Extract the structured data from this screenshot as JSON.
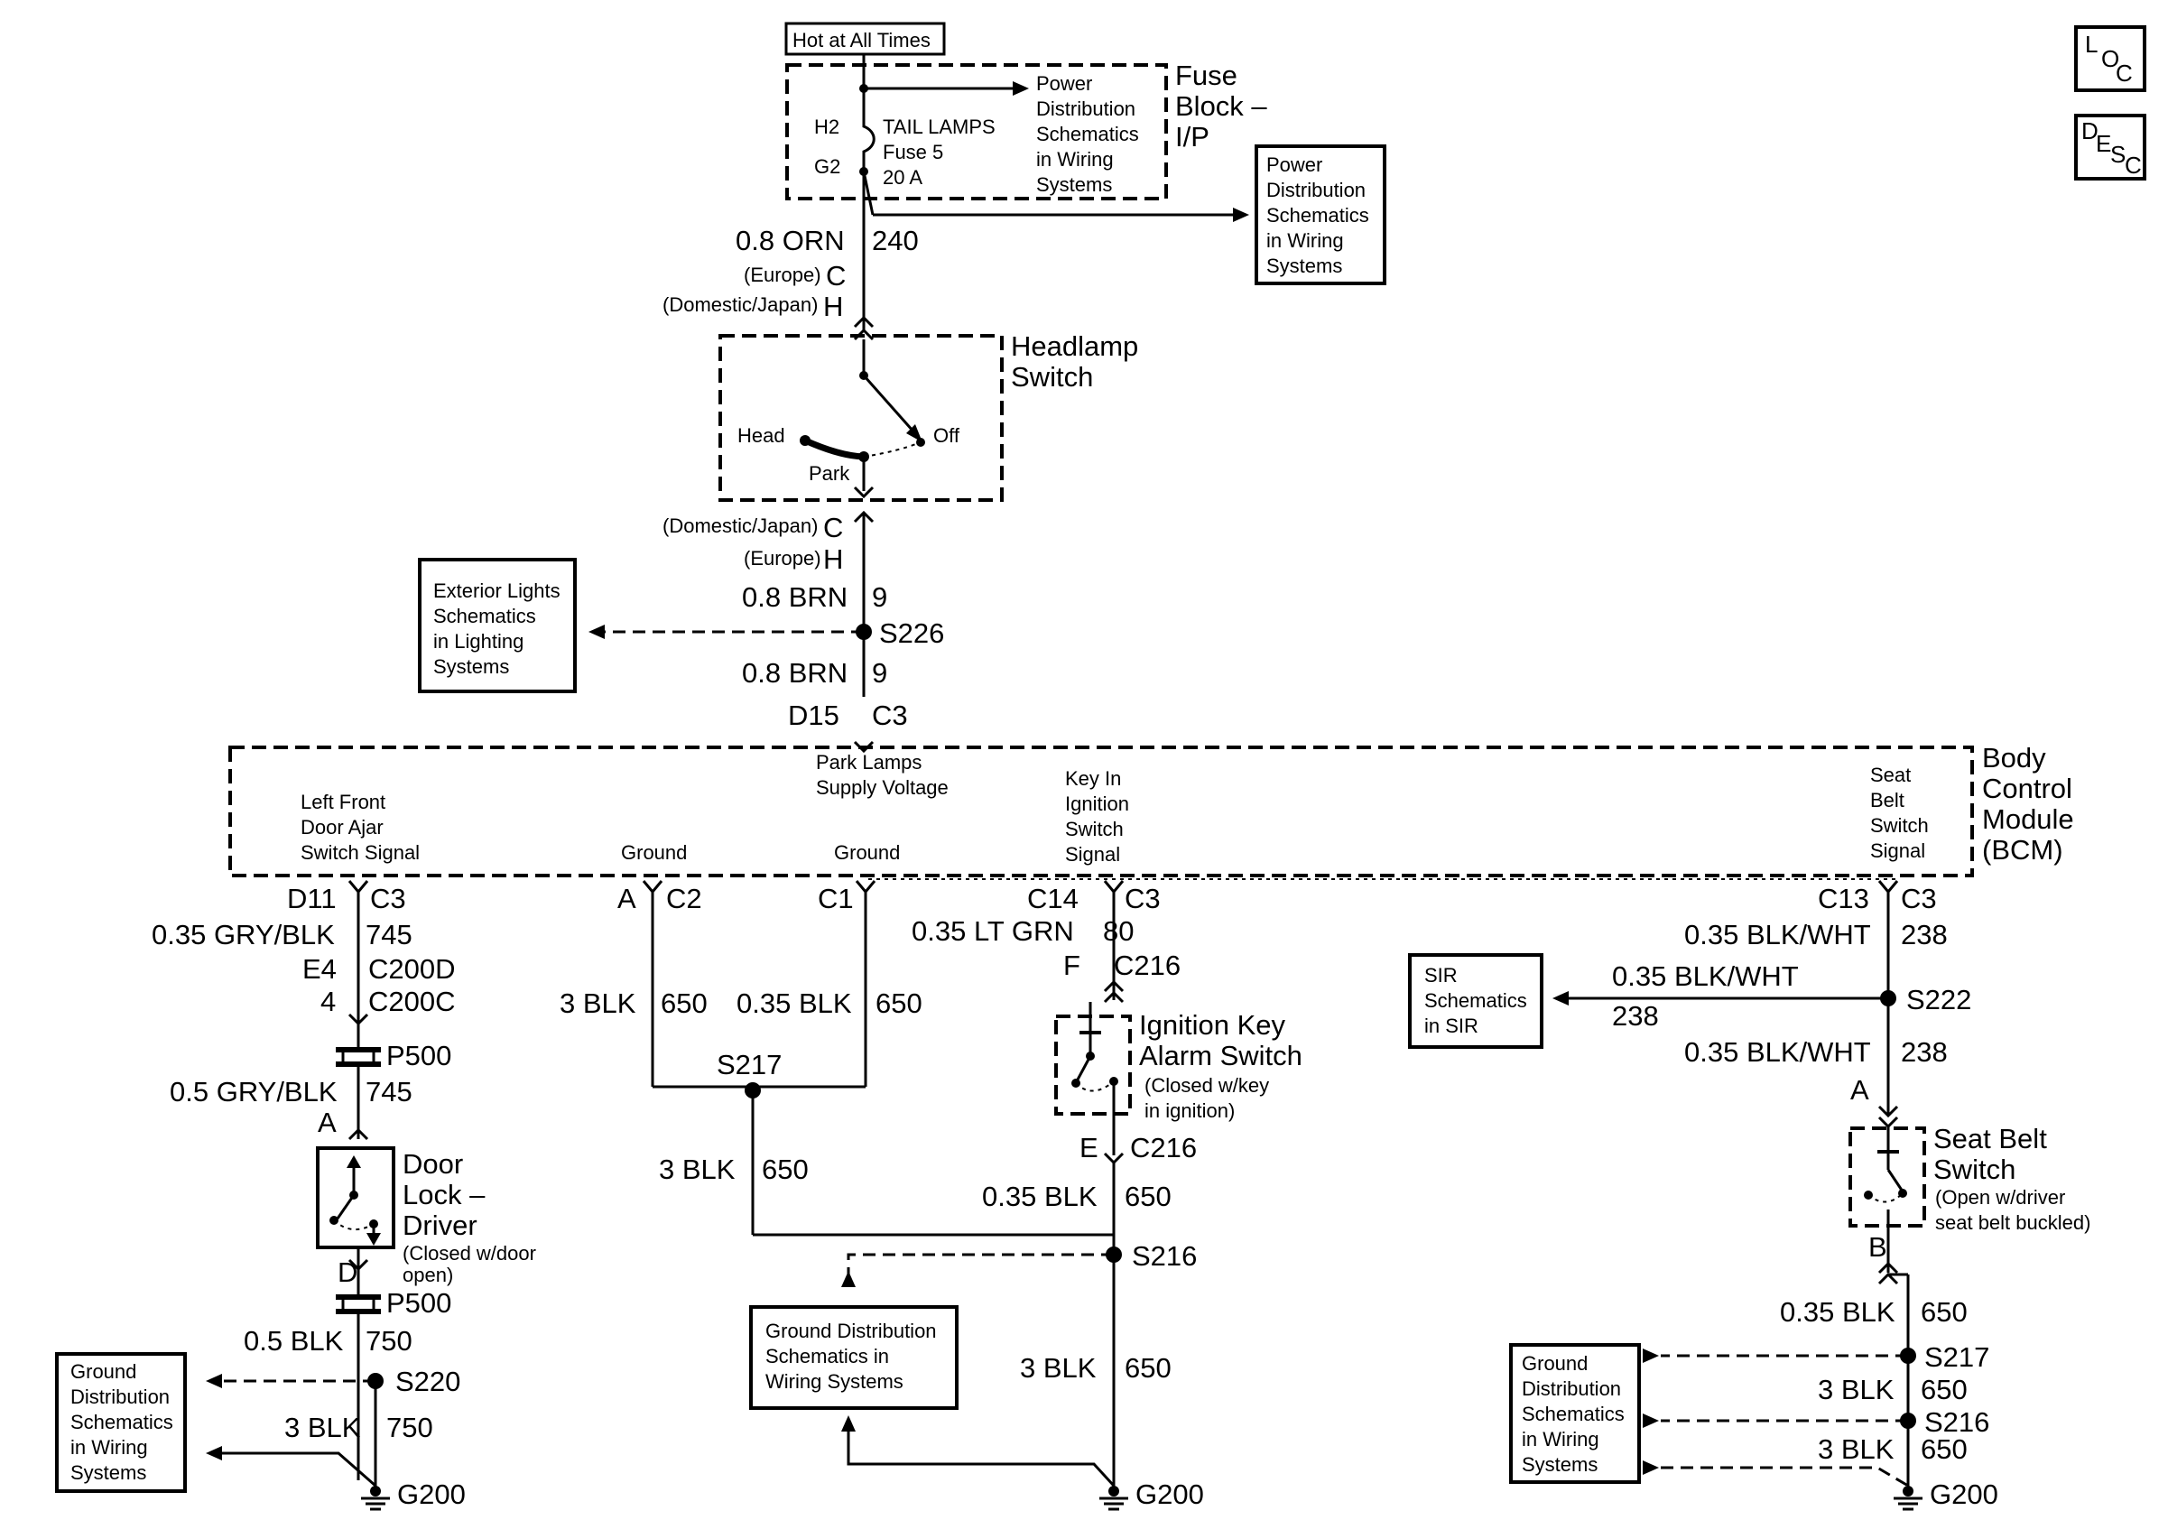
{
  "tags": {
    "hot": "Hot at All Times",
    "loc": [
      "L",
      "O",
      "C"
    ],
    "desc": [
      "D",
      "E",
      "S",
      "C"
    ]
  },
  "fuse_block": {
    "title": [
      "Fuse",
      "Block –",
      "I/P"
    ],
    "h2": "H2",
    "g2": "G2",
    "fuse": [
      "TAIL LAMPS",
      "Fuse 5",
      "20 A"
    ],
    "ref": [
      "Power",
      "Distribution",
      "Schematics",
      "in Wiring",
      "Systems"
    ]
  },
  "pd_box": [
    "Power",
    "Distribution",
    "Schematics",
    "in Wiring",
    "Systems"
  ],
  "w240": {
    "gauge": "0.8 ORN",
    "circuit": "240",
    "conn_eu": "(Europe)",
    "conn_eu_pin": "C",
    "conn_dj": "(Domestic/Japan)",
    "conn_dj_pin": "H"
  },
  "headlamp": {
    "title": [
      "Headlamp",
      "Switch"
    ],
    "head": "Head",
    "off": "Off",
    "park": "Park"
  },
  "below_hl": {
    "dj": "(Domestic/Japan)",
    "dj_pin": "C",
    "eu": "(Europe)",
    "eu_pin": "H"
  },
  "w9": {
    "gauge": "0.8 BRN",
    "circuit": "9",
    "splice": "S226",
    "pin": "D15",
    "conn": "C3"
  },
  "ext_box": [
    "Exterior Lights",
    "Schematics",
    "in Lighting",
    "Systems"
  ],
  "bcm": {
    "title": [
      "Body",
      "Control",
      "Module",
      "(BCM)"
    ],
    "park": [
      "Park Lamps",
      "Supply Voltage"
    ],
    "lf": [
      "Left Front",
      "Door Ajar",
      "Switch Signal"
    ],
    "ground1": "Ground",
    "ground2": "Ground",
    "key": [
      "Key In",
      "Ignition",
      "Switch",
      "Signal"
    ],
    "seat": [
      "Seat",
      "Belt",
      "Switch",
      "Signal"
    ]
  },
  "door": {
    "pin": "D11",
    "conn": "C3",
    "gauge1": "0.35 GRY/BLK",
    "circuit1": "745",
    "e4": "E4",
    "c200d": "C200D",
    "p4": "4",
    "c200c": "C200C",
    "p500": "P500",
    "gauge2": "0.5 GRY/BLK",
    "circuit2": "745",
    "a": "A",
    "switch": [
      "Door",
      "Lock –",
      "Driver"
    ],
    "note": [
      "(Closed w/door",
      "open)"
    ],
    "d": "D",
    "p500b": "P500",
    "gauge3": "0.5 BLK",
    "circuit3": "750",
    "s220": "S220",
    "gauge4": "3 BLK",
    "circuit4": "750",
    "g200": "G200"
  },
  "gd_left": [
    "Ground",
    "Distribution",
    "Schematics",
    "in Wiring",
    "Systems"
  ],
  "ground": {
    "a": "A",
    "c2": "C2",
    "c1": "C1",
    "g1": "3 BLK",
    "c_1": "650",
    "g2": "0.35 BLK",
    "c_2": "650",
    "s217": "S217",
    "g3": "3 BLK",
    "c_3": "650"
  },
  "gd_mid": [
    "Ground Distribution",
    "Schematics in",
    "Wiring Systems"
  ],
  "key": {
    "pin": "C14",
    "conn": "C3",
    "gauge": "0.35 LT GRN",
    "circuit": "80",
    "f": "F",
    "c216": "C216",
    "switch": [
      "Ignition Key",
      "Alarm Switch"
    ],
    "note": [
      "(Closed w/key",
      "in ignition)"
    ],
    "e": "E",
    "c216b": "C216",
    "gauge2": "0.35 BLK",
    "circuit2": "650",
    "s216": "S216",
    "gauge3": "3 BLK",
    "circuit3": "650",
    "g200": "G200"
  },
  "seat": {
    "pin": "C13",
    "conn": "C3",
    "gauge": "0.35 BLK/WHT",
    "circuit": "238",
    "sir_gauge": "0.35 BLK/WHT",
    "sir_circuit": "238",
    "s222": "S222",
    "gauge2": "0.35 BLK/WHT",
    "circuit2": "238",
    "a": "A",
    "switch": [
      "Seat Belt",
      "Switch"
    ],
    "note": [
      "(Open w/driver",
      "seat belt buckled)"
    ],
    "b": "B",
    "gauge3": "0.35 BLK",
    "circuit3": "650",
    "s217": "S217",
    "gauge4": "3 BLK",
    "circuit4": "650",
    "s216": "S216",
    "gauge5": "3 BLK",
    "circuit5": "650",
    "g200": "G200"
  },
  "sir_box": [
    "SIR",
    "Schematics",
    "in SIR"
  ],
  "gd_right": [
    "Ground",
    "Distribution",
    "Schematics",
    "in Wiring",
    "Systems"
  ]
}
